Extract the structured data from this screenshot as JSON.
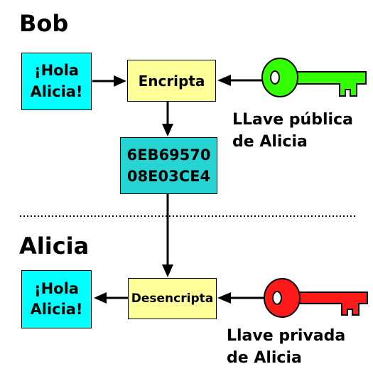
{
  "sections": {
    "sender": "Bob",
    "receiver": "Alicia"
  },
  "messages": {
    "plain_top_line1": "¡Hola",
    "plain_top_line2": "Alicia!",
    "plain_bottom_line1": "¡Hola",
    "plain_bottom_line2": "Alicia!"
  },
  "operations": {
    "encrypt": "Encripta",
    "decrypt": "Desencripta"
  },
  "ciphertext": {
    "line1": "6EB69570",
    "line2": "08E03CE4"
  },
  "keys": {
    "public_line1": "LLave pública",
    "public_line2": "de Alicia",
    "public_icon": "key-icon",
    "public_color": "#33ff00",
    "private_line1": "Llave privada",
    "private_line2": "de Alicia",
    "private_icon": "key-icon",
    "private_color": "#ff1a1a"
  },
  "colors": {
    "plaintext_fill": "#00ffff",
    "operation_fill": "#ffff99",
    "ciphertext_fill": "#26d4d4"
  }
}
